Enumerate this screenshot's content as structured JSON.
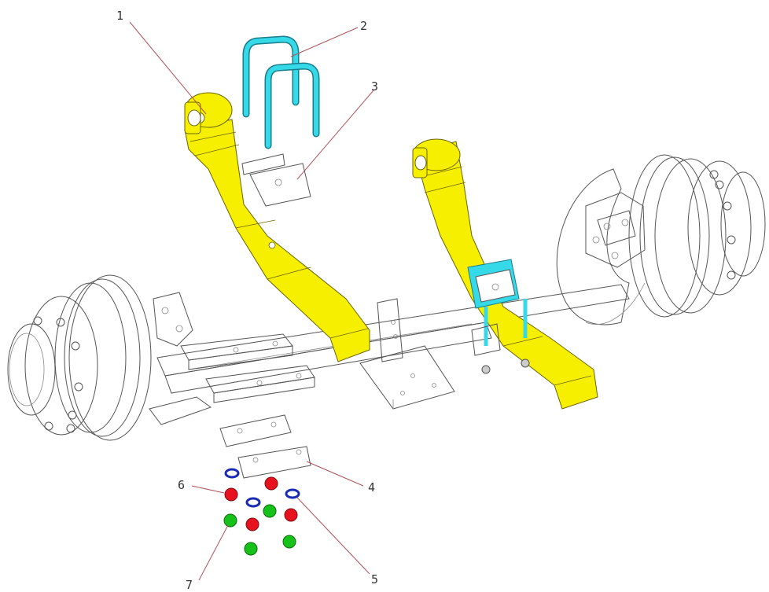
{
  "colors": {
    "spring": "#f7ef00",
    "spring_edge": "#6b6400",
    "u_bolt": "#35d9e8",
    "u_bolt_edge": "#1a7d8c",
    "nut_red": "#e8121e",
    "nut_green": "#16c21a",
    "washer_blue": "#1a2bb4",
    "leader": "#b0505a",
    "line": "#555555"
  },
  "callouts": [
    {
      "id": "1",
      "label": "1"
    },
    {
      "id": "2",
      "label": "2"
    },
    {
      "id": "3",
      "label": "3"
    },
    {
      "id": "4",
      "label": "4"
    },
    {
      "id": "5",
      "label": "5"
    },
    {
      "id": "6",
      "label": "6"
    },
    {
      "id": "7",
      "label": "7"
    }
  ]
}
